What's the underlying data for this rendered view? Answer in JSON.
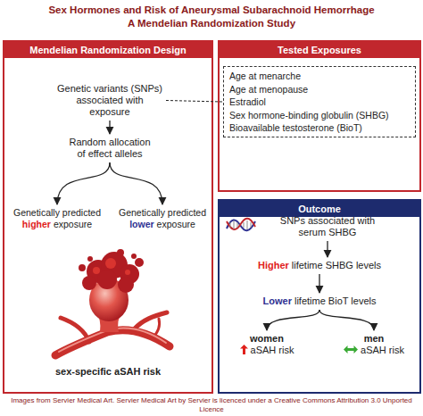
{
  "diagram": {
    "title": "Sex Hormones and Risk of Aneurysmal Subarachnoid Hemorrhage",
    "caption": "Images from Servier Medical Art. Servier Medical Art by Servier is licenced under a Creative Commons Attribution 3.0 Unported Licence",
    "nodes": [
      {
        "text": [
          "Mendelian Randomization Design"
        ]
      },
      {
        "text": [
          "Genetic variants (SNPs) associated with exposure"
        ],
        "in": 0
      },
      {
        "text": [
          "Random allocation of effect alleles"
        ],
        "in": 0
      },
      {
        "text": [
          "Genetically predicted",
          "higher",
          "exposure"
        ],
        "in": 0
      },
      {
        "text": [
          "Genetically predicted",
          "lower",
          "exposure"
        ],
        "in": 0
      },
      {
        "text": [
          "sex-specific aSAH risk"
        ],
        "in": 0
      },
      {
        "text": [
          "Tested Exposures"
        ]
      },
      {
        "text": [
          "Age at menarche",
          "Age at menopause",
          "Estradiol",
          "Sex hormone-binding globulin (SHBG)",
          "Bioavailable testosterone (BioT)"
        ],
        "in": 6
      },
      {
        "text": [
          "Outcome"
        ]
      },
      {
        "text": [
          "SNPs associated with serum SHBG"
        ],
        "in": 8
      },
      {
        "text": [
          "Higher",
          "lifetime SHBG levels"
        ],
        "in": 8
      },
      {
        "text": [
          "Lower",
          "lifetime BioT levels"
        ],
        "in": 8
      },
      {
        "text": [
          "women",
          "aSAH risk"
        ],
        "in": 8
      },
      {
        "text": [
          "men",
          "aSAH risk"
        ],
        "in": 8
      }
    ],
    "edges": [
      {
        "from": 1,
        "to": 2,
        "arrow": "to"
      },
      {
        "from": 2,
        "to": 3,
        "arrow": "to"
      },
      {
        "from": 2,
        "to": 4,
        "arrow": "to"
      },
      {
        "from": 1,
        "to": 7,
        "arrow": "none"
      },
      {
        "from": 9,
        "to": 10,
        "arrow": "to"
      },
      {
        "from": 10,
        "to": 11,
        "arrow": "to"
      },
      {
        "from": 11,
        "to": 12,
        "arrow": "to"
      },
      {
        "from": 11,
        "to": 13,
        "arrow": "to"
      }
    ],
    "labels": [
      "A Mendelian Randomization Study"
    ]
  }
}
